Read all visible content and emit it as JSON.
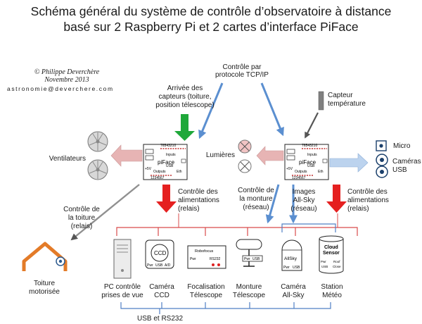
{
  "title": {
    "line1": "Schéma général du système de contrôle d’observatoire à distance",
    "line2": "basé sur 2 Raspberry Pi et 2 cartes d’interface PiFace"
  },
  "credit": {
    "author": "© Philippe Deverchère",
    "date": "Novembre 2013",
    "email": "astronomie@deverchere.com"
  },
  "labels": {
    "tcp_line1": "Contrôle par",
    "tcp_line2": "protocole TCP/IP",
    "sensors_line1": "Arrivée des",
    "sensors_line2": "capteurs (toiture,",
    "sensors_line3": "position télescope)",
    "temp_line1": "Capteur",
    "temp_line2": "température",
    "ventilateurs": "Ventilateurs",
    "lumieres": "Lumières",
    "micro": "Micro",
    "cameras_line1": "Caméras",
    "cameras_line2": "USB",
    "power_left_line1": "Contrôle des",
    "power_left_line2": "alimentations",
    "power_left_line3": "(relais)",
    "power_right_line1": "Contrôle des",
    "power_right_line2": "alimentations",
    "power_right_line3": "(relais)",
    "mount_line1": "Contrôle de",
    "mount_line2": "la monture",
    "mount_line3": "(réseau)",
    "allsky_line1": "Images",
    "allsky_line2": "All-Sky",
    "allsky_line3": "(réseau)",
    "roof_ctrl_line1": "Contrôle de",
    "roof_ctrl_line2": "la toiture",
    "roof_ctrl_line3": "(relais)",
    "usb_rs232": "USB et RS232"
  },
  "devices": {
    "roof_line1": "Toiture",
    "roof_line2": "motorisée",
    "pc_line1": "PC contrôle",
    "pc_line2": "prises de vue",
    "ccd_line1": "Caméra",
    "ccd_line2": "CCD",
    "focus_line1": "Focalisation",
    "focus_line2": "Télescope",
    "mount_dev_line1": "Monture",
    "mount_dev_line2": "Télescope",
    "allsky_dev_line1": "Caméra",
    "allsky_dev_line2": "All-Sky",
    "meteo_line1": "Station",
    "meteo_line2": "Météo"
  },
  "piface": {
    "name": "piFace",
    "inputs": "Inputs",
    "outputs": "Outputs",
    "usb": "USB",
    "eth": "Eth",
    "pins_top": "76543210",
    "pins_bottom": "1234567",
    "five_v": "+5V"
  },
  "device_text": {
    "ccd": "CCD",
    "pwr": "Pwr",
    "usb": "USB",
    "ad": "A/D",
    "robofocus": "Robofocus",
    "rs232": "RS232",
    "allsky": "AllSky",
    "cloud_line1": "Cloud",
    "cloud_line2": "Sensor",
    "roof": "Roof",
    "close": "Close"
  },
  "colors": {
    "arrow_blue": "#5b8fd0",
    "arrow_red": "#e52020",
    "arrow_green": "#1fa83a",
    "arrow_pink": "#e7b4b4",
    "arrow_lightblue": "#bcd3ee",
    "bracket_red": "#d94b4b",
    "bracket_blue": "#4f7fc4",
    "roof_orange": "#e37b28",
    "sensor_gray": "#808080",
    "lamp_pink": "#f2c4c4"
  }
}
